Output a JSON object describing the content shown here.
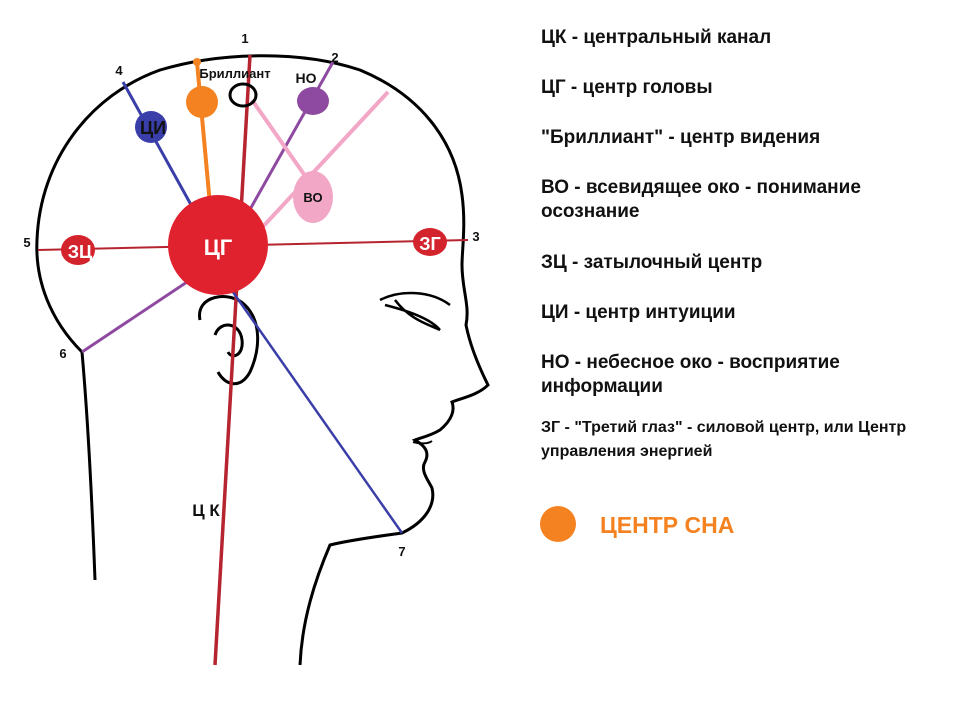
{
  "diagram": {
    "points": {
      "p1": "1",
      "p2": "2",
      "p3": "3",
      "p4": "4",
      "p5": "5",
      "p6": "6",
      "p7": "7"
    },
    "centers": {
      "cg": "ЦГ",
      "zc": "ЗЦ",
      "zg": "ЗГ",
      "ci": "ЦИ",
      "no": "НО",
      "vo": "ВО",
      "brilliant": "Бриллиант",
      "ck": "Ц К"
    },
    "colors": {
      "red": "#e0222e",
      "dark_red": "#b5242f",
      "blue": "#3a3ea8",
      "purple": "#8e4aa0",
      "pink": "#f2a7c6",
      "orange": "#f58220"
    }
  },
  "legend": [
    "ЦК - центральный канал",
    "ЦГ - центр головы",
    "\"Бриллиант\" - центр видения",
    "ВО - всевидящее око - понимание осознание",
    "ЗЦ - затылочный центр",
    "ЦИ - центр интуиции",
    "НО - небесное око - восприятие информации",
    "ЗГ - \"Третий глаз\" - силовой центр, или Центр управления энергией"
  ],
  "sleep_center": "ЦЕНТР СНА"
}
